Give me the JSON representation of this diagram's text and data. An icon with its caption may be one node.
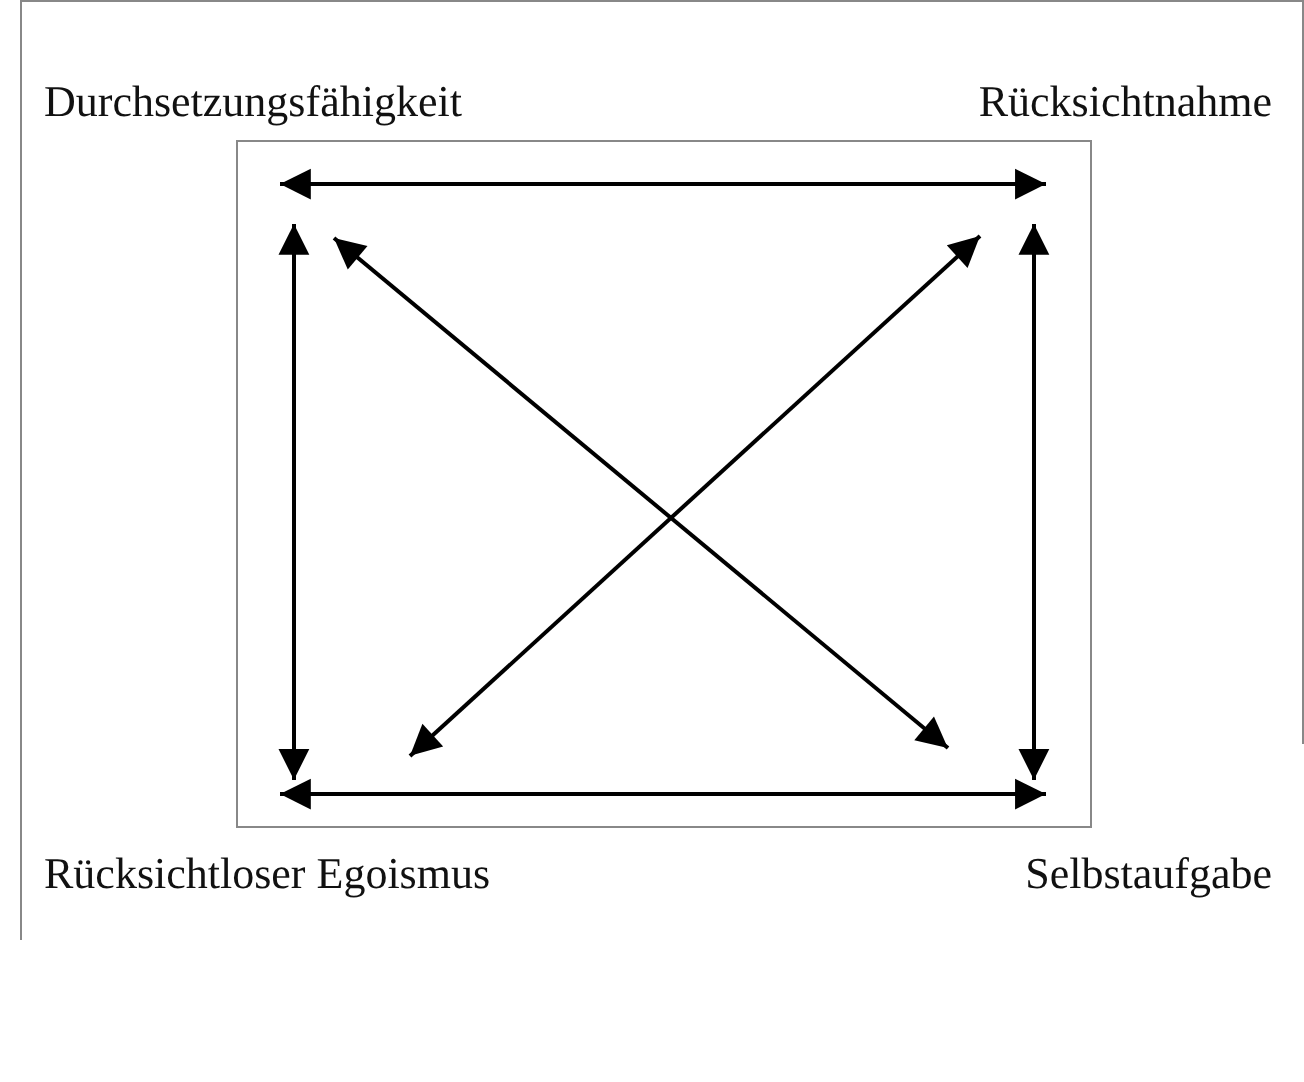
{
  "diagram": {
    "nodes": [
      {
        "text": [
          "Durchsetzungsfähigkeit"
        ]
      },
      {
        "text": [
          "Rücksichtnahme"
        ]
      },
      {
        "text": [
          "Rücksichtloser Egoismus"
        ]
      },
      {
        "text": [
          "Selbstaufgabe"
        ]
      }
    ],
    "edges": [
      {
        "from": 0,
        "to": 1,
        "arrow": "both"
      },
      {
        "from": 0,
        "to": 2,
        "arrow": "both"
      },
      {
        "from": 0,
        "to": 3,
        "arrow": "both"
      },
      {
        "from": 1,
        "to": 2,
        "arrow": "both"
      },
      {
        "from": 1,
        "to": 3,
        "arrow": "both"
      },
      {
        "from": 2,
        "to": 3,
        "arrow": "both"
      }
    ]
  }
}
